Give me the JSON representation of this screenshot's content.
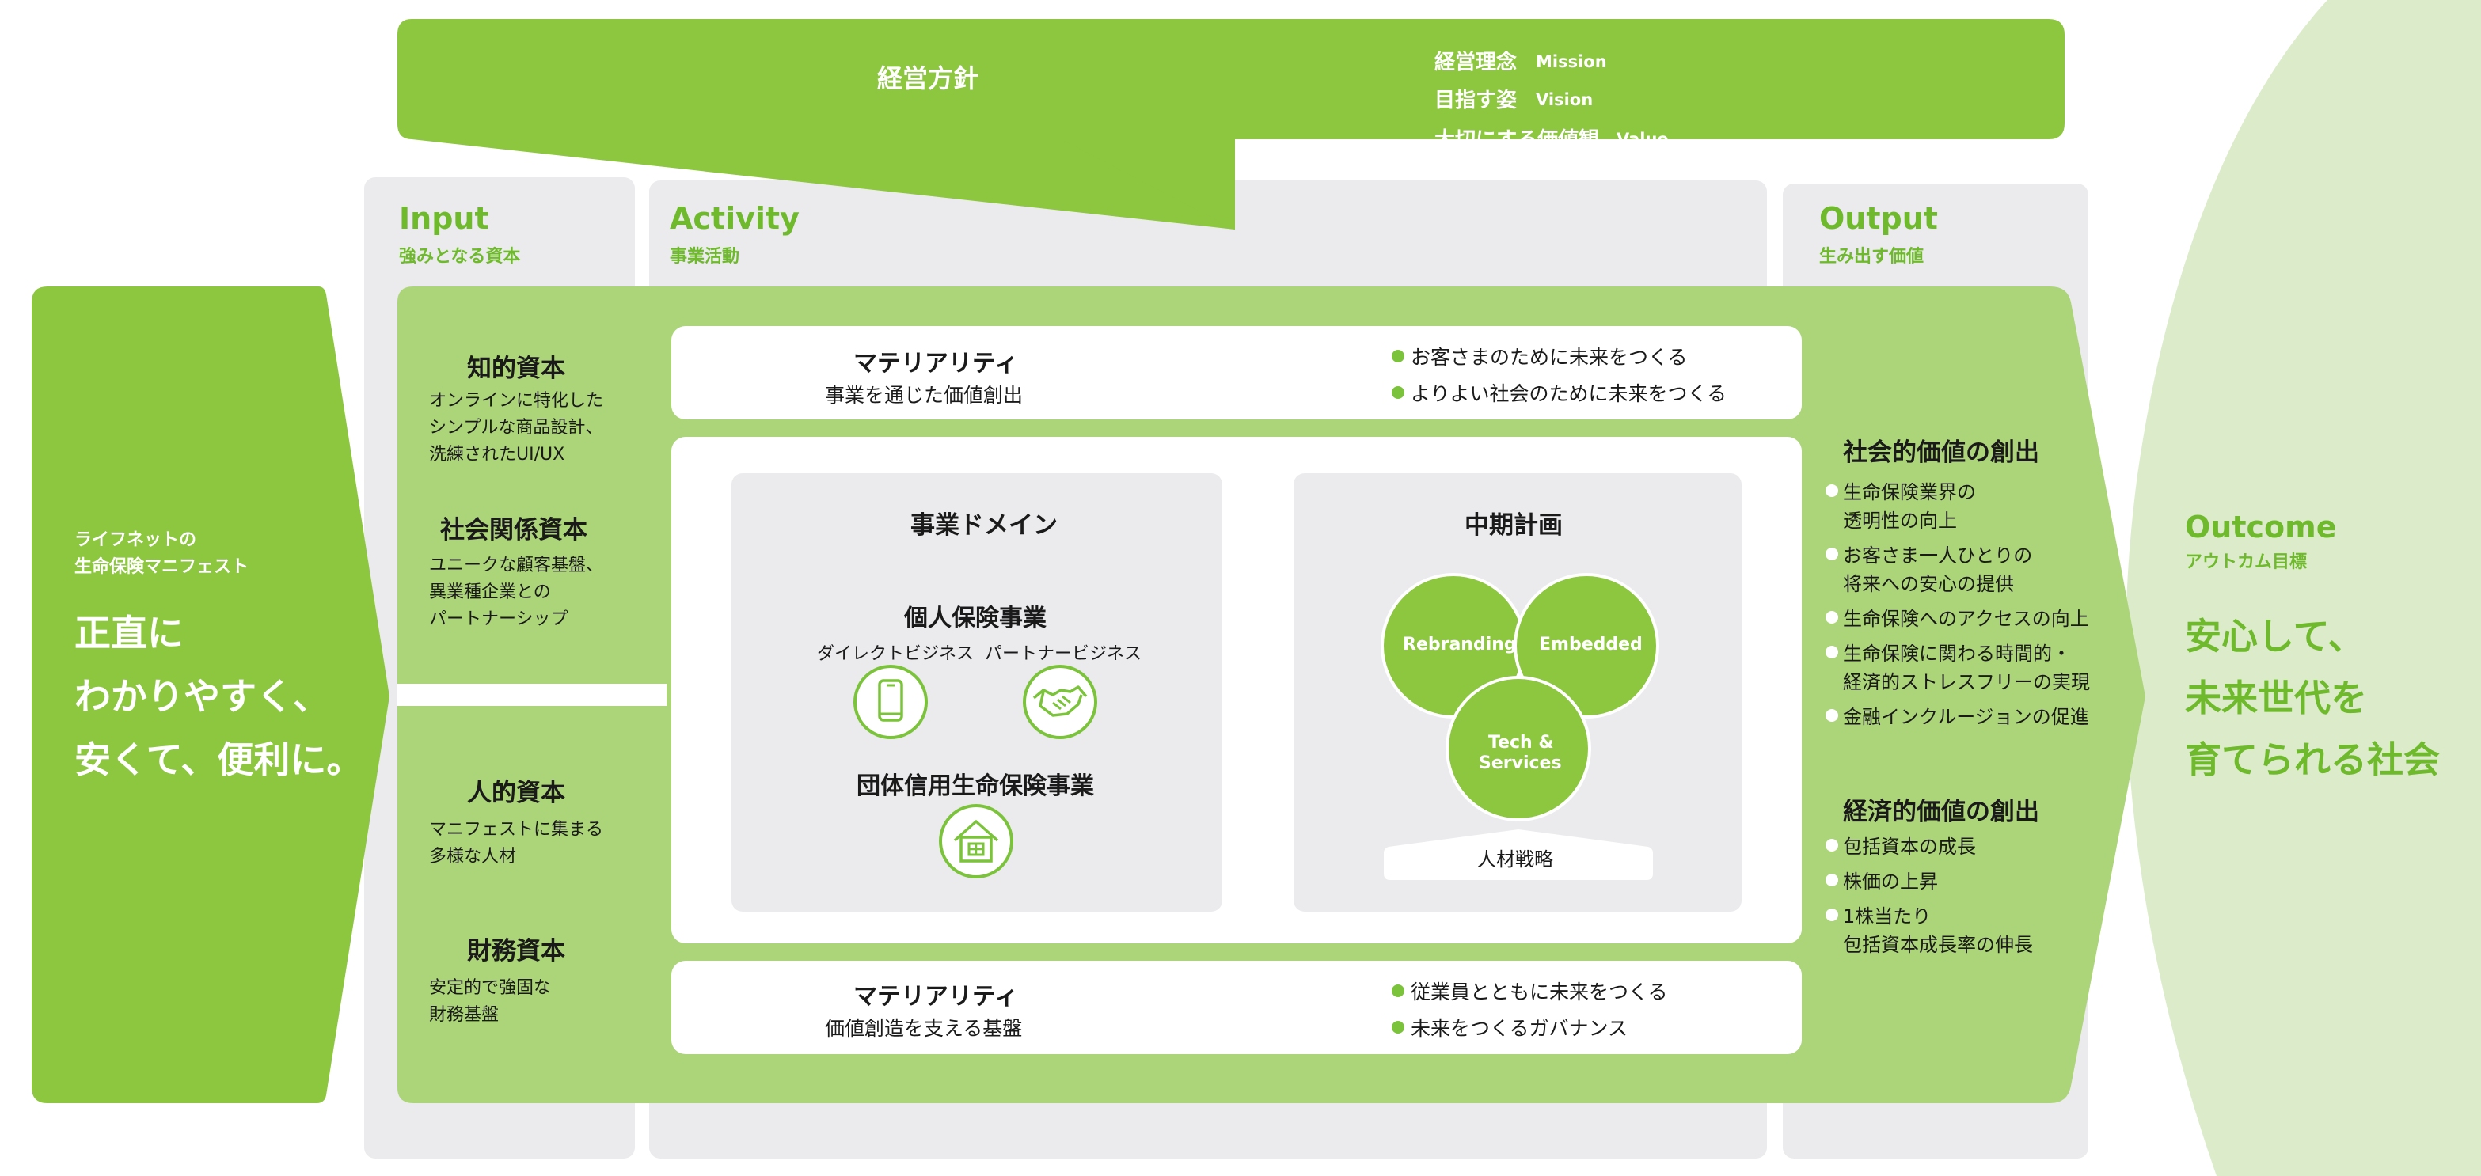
{
  "header": {
    "title": "経営方針",
    "items": [
      {
        "label": "経営理念",
        "en": "Mission"
      },
      {
        "label": "目指す姿",
        "en": "Vision"
      },
      {
        "label": "大切にする価値観",
        "en": "Value"
      }
    ]
  },
  "columns": {
    "input": {
      "title": "Input",
      "subtitle": "強みとなる資本"
    },
    "activity": {
      "title": "Activity",
      "subtitle": "事業活動"
    },
    "output": {
      "title": "Output",
      "subtitle": "生み出す価値"
    },
    "outcome": {
      "title": "Outcome",
      "subtitle": "アウトカム目標"
    }
  },
  "manifesto": {
    "small_lines": [
      "ライフネットの",
      "生命保険マニフェスト"
    ],
    "big_lines": [
      "正直に",
      "わかりやすく、",
      "安くて、便利に。"
    ]
  },
  "input_capitals": [
    {
      "title": "知的資本",
      "lines": [
        "オンラインに特化した",
        "シンプルな商品設計、",
        "洗練されたUI/UX"
      ]
    },
    {
      "title": "社会関係資本",
      "lines": [
        "ユニークな顧客基盤、",
        "異業種企業との",
        "パートナーシップ"
      ]
    },
    {
      "title": "人的資本",
      "lines": [
        "マニフェストに集まる",
        "多様な人材"
      ]
    },
    {
      "title": "財務資本",
      "lines": [
        "安定的で強固な",
        "財務基盤"
      ]
    }
  ],
  "materiality_top": {
    "title": "マテリアリティ",
    "subtitle": "事業を通じた価値創出",
    "bullets": [
      "お客さまのために未来をつくる",
      "よりよい社会のために未来をつくる"
    ]
  },
  "materiality_bottom": {
    "title": "マテリアリティ",
    "subtitle": "価値創造を支える基盤",
    "bullets": [
      "従業員とともに未来をつくる",
      "未来をつくるガバナンス"
    ]
  },
  "business_domain": {
    "title": "事業ドメイン",
    "personal": {
      "title": "個人保険事業",
      "direct": "ダイレクトビジネス",
      "partner": "パートナービジネス"
    },
    "group": {
      "title": "団体信用生命保険事業"
    },
    "icons": [
      "smartphone-icon",
      "handshake-icon",
      "house-icon"
    ]
  },
  "midterm_plan": {
    "title": "中期計画",
    "circles": [
      "Rebranding",
      "Embedded",
      "Tech &",
      "Services"
    ],
    "base": "人材戦略"
  },
  "output": {
    "social": {
      "title": "社会的価値の創出",
      "items": [
        [
          "生命保険業界の",
          "透明性の向上"
        ],
        [
          "お客さま一人ひとりの",
          "将来への安心の提供"
        ],
        [
          "生命保険へのアクセスの向上"
        ],
        [
          "生命保険に関わる時間的・",
          "経済的ストレスフリーの実現"
        ],
        [
          "金融インクルージョンの促進"
        ]
      ]
    },
    "economic": {
      "title": "経済的価値の創出",
      "items": [
        [
          "包括資本の成長"
        ],
        [
          "株価の上昇"
        ],
        [
          "1株当たり",
          "包括資本成長率の伸長"
        ]
      ]
    }
  },
  "outcome": {
    "lines": [
      "安心して、",
      "未来世代を",
      "育てられる社会"
    ]
  },
  "colors": {
    "brand_green": "#8dc63f",
    "light_green": "#acd57a",
    "pale_green": "#dceccb",
    "title_green": "#6fba2c",
    "grey_panel": "#ebebee"
  }
}
